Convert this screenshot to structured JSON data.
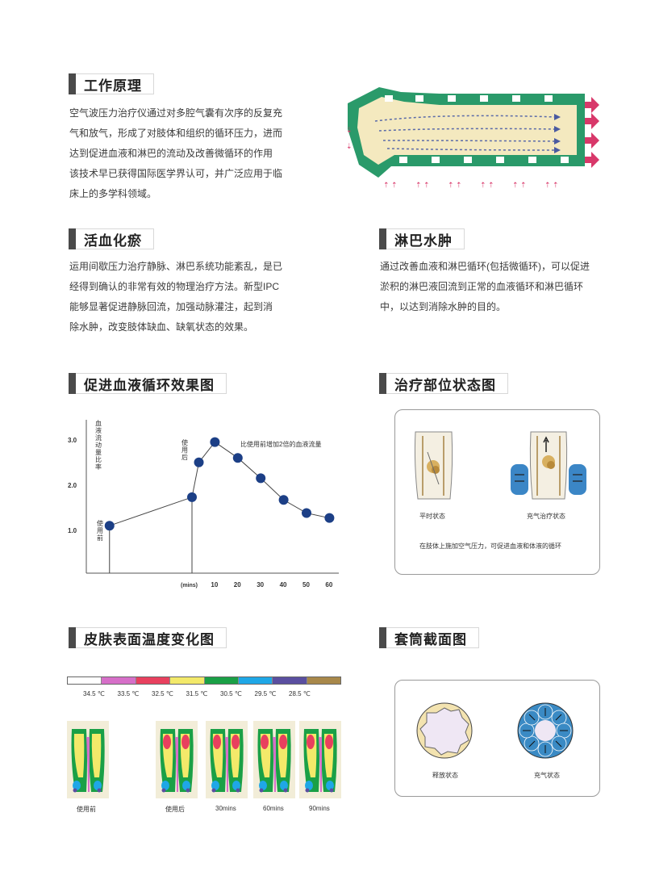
{
  "sections": {
    "principle": {
      "title": "工作原理",
      "lines": [
        "空气波压力治疗仪通过对多腔气囊有次序的反复充",
        "气和放气，形成了对肢体和组织的循环压力，进而",
        "达到促进血液和淋巴的流动及改善微循环的作用",
        "该技术早已获得国际医学界认可，并广泛应用于临",
        "床上的多学科领域。"
      ]
    },
    "blood": {
      "title": "活血化瘀",
      "lines": [
        "运用间歇压力治疗静脉、淋巴系统功能紊乱，是已",
        "经得到确认的非常有效的物理治疗方法。新型IPC",
        "能够显著促进静脉回流，加强动脉灌注，起到消",
        "除水肿，改变肢体缺血、缺氧状态的效果。"
      ]
    },
    "lymph": {
      "title": "淋巴水肿",
      "lines": [
        "通过改善血液和淋巴循环(包括微循环)，可以促进",
        "淤积的淋巴液回流到正常的血液循环和淋巴循环",
        "中，以达到消除水肿的目的。"
      ]
    },
    "circulation": {
      "title": "促进血液循环效果图"
    },
    "state": {
      "title": "治疗部位状态图",
      "normal_label": "平时状态",
      "inflated_label": "充气治疗状态",
      "caption": "在肢体上施加空气压力，可促进血液和体液的循环"
    },
    "skin": {
      "title": "皮肤表面温度变化图",
      "scale": [
        {
          "color": "#ffffff",
          "label": "34.5 ℃"
        },
        {
          "color": "#d66fc8",
          "label": "33.5 ℃"
        },
        {
          "color": "#e8405e",
          "label": "32.5 ℃"
        },
        {
          "color": "#f3e96a",
          "label": "31.5 ℃"
        },
        {
          "color": "#1aa046",
          "label": "30.5 ℃"
        },
        {
          "color": "#1fa7e6",
          "label": "29.5 ℃"
        },
        {
          "color": "#5a4fa0",
          "label": "28.5 ℃"
        },
        {
          "color": "#a8884a",
          "label": ""
        }
      ],
      "foot_labels": [
        "使用前",
        "使用后",
        "30mins",
        "60mins",
        "90mins"
      ]
    },
    "sleeve": {
      "title": "套筒截面图",
      "release_label": "释放状态",
      "inflate_label": "充气状态"
    }
  },
  "chart_data": {
    "type": "scatter",
    "ylabel": "血液流动量比率",
    "annotation": "比使用前增加2倍的血液流量",
    "before_label": "使用前",
    "after_label": "使用后",
    "x_unit_label": "(mins)",
    "y_ticks": [
      "1.0",
      "2.0",
      "3.0"
    ],
    "x_ticks": [
      "10",
      "20",
      "30",
      "40",
      "50",
      "60"
    ],
    "ylim": [
      0,
      3.5
    ],
    "points": [
      {
        "x": -36,
        "y": 1.05
      },
      {
        "x": 0,
        "y": 1.68
      },
      {
        "x": 3,
        "y": 2.45
      },
      {
        "x": 10,
        "y": 2.9
      },
      {
        "x": 20,
        "y": 2.55
      },
      {
        "x": 30,
        "y": 2.1
      },
      {
        "x": 40,
        "y": 1.62
      },
      {
        "x": 50,
        "y": 1.33
      },
      {
        "x": 60,
        "y": 1.22
      }
    ]
  }
}
